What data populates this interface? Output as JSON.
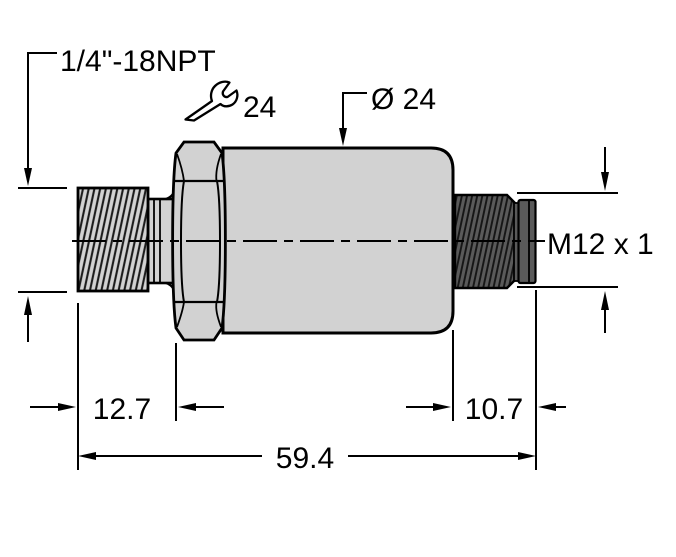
{
  "drawing": {
    "type": "technical-dimension-drawing",
    "subject": "pressure-transmitter-side-view",
    "labels": {
      "process_thread": "1/4\"-18NPT",
      "wrench_size": "24",
      "body_diameter": "Ø 24",
      "connector_thread": "M12 x 1"
    },
    "dimensions": {
      "port_length": "12.7",
      "connector_length": "10.7",
      "total_length": "59.4"
    },
    "icons": {
      "wrench": "wrench-icon"
    },
    "colors": {
      "outline": "#000000",
      "metal_fill": "#d2d2d2",
      "dark_fill": "#5a5a5a",
      "hatch_light": "#1c1c1c",
      "hatch_dark": "#151515",
      "background": "#ffffff"
    }
  }
}
